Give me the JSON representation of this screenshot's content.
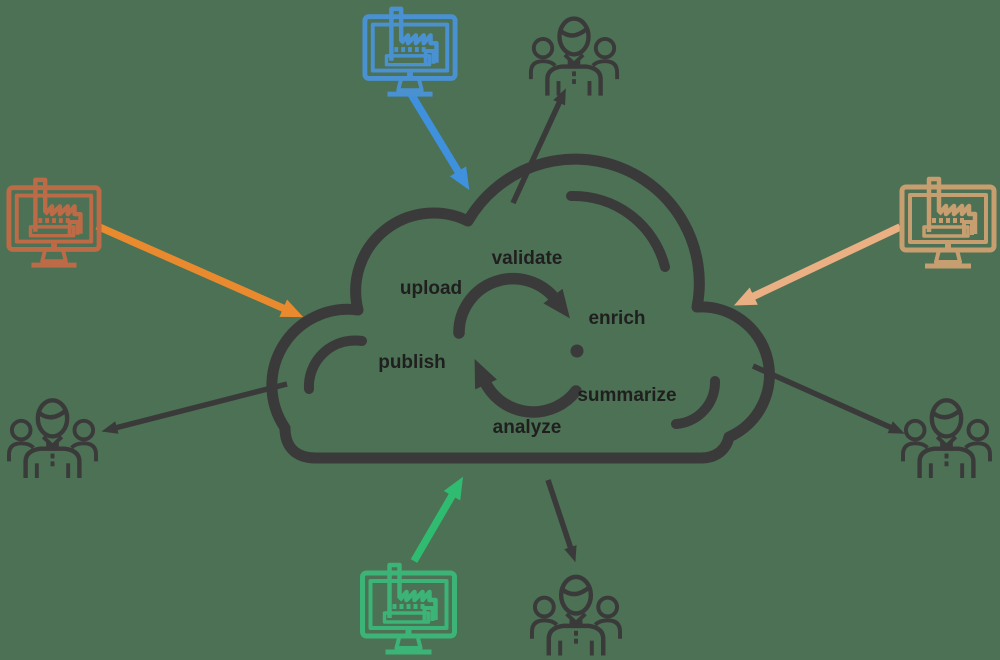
{
  "diagram": {
    "description": "cloud data pipeline with factory sources feeding a cloud and people consumers receiving output",
    "steps": {
      "validate": "validate",
      "upload": "upload",
      "enrich": "enrich",
      "publish": "publish",
      "summarize": "summarize",
      "analyze": "analyze"
    }
  },
  "icons": {
    "source": "factory-monitor-icon",
    "consumer": "people-group-icon",
    "center": "sync-cycle-icon"
  },
  "colors": {
    "background": "#4d7154",
    "cloud": "#3a3a3a",
    "text": "#1f1f1f",
    "consumer": "#3a3a3a",
    "arrow_dark": "#3a3a3a",
    "source_top": "#4a91d2",
    "arrow_top": "#3f90dd",
    "source_left": "#bd6a47",
    "arrow_left": "#e98a2e",
    "source_right": "#c79e6f",
    "arrow_right": "#eab084",
    "source_bottom": "#3cb477",
    "arrow_bottom": "#2fbc70"
  }
}
